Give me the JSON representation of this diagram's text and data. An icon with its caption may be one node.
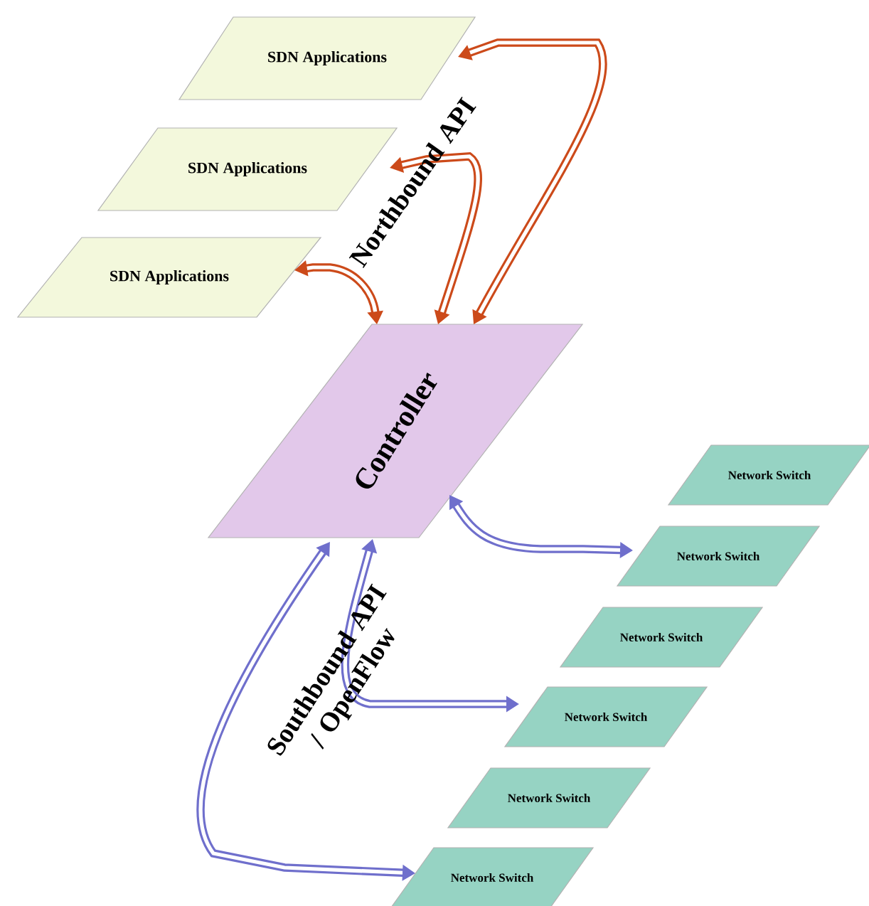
{
  "diagram": {
    "nodes": [
      {
        "text": [
          "SDN Applications"
        ]
      },
      {
        "text": [
          "SDN Applications"
        ]
      },
      {
        "text": [
          "SDN Applications"
        ]
      },
      {
        "text": [
          "Controller"
        ]
      },
      {
        "text": [
          "Network Switch"
        ]
      },
      {
        "text": [
          "Network Switch"
        ]
      },
      {
        "text": [
          "Network Switch"
        ]
      },
      {
        "text": [
          "Network Switch"
        ]
      },
      {
        "text": [
          "Network Switch"
        ]
      },
      {
        "text": [
          "Network Switch"
        ]
      }
    ],
    "edges": [
      {
        "from": 3,
        "to": 0,
        "arrow": "both",
        "color": "#cc4a1a"
      },
      {
        "from": 3,
        "to": 1,
        "arrow": "both",
        "color": "#cc4a1a"
      },
      {
        "from": 3,
        "to": 2,
        "arrow": "both",
        "color": "#cc4a1a"
      },
      {
        "from": 3,
        "to": 5,
        "arrow": "both",
        "color": "#6f6fcc"
      },
      {
        "from": 3,
        "to": 7,
        "arrow": "both",
        "color": "#6f6fcc"
      },
      {
        "from": 3,
        "to": 9,
        "arrow": "both",
        "color": "#6f6fcc"
      }
    ],
    "labels": [
      "Northbound API",
      "Southbound API / OpenFlow"
    ]
  }
}
